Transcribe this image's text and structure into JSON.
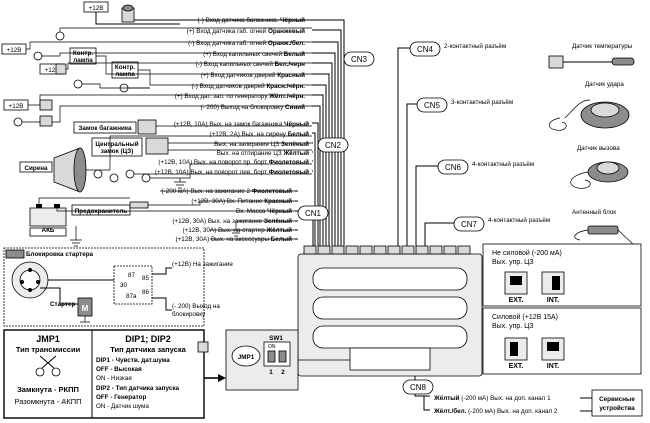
{
  "power": {
    "plus12": "+12В"
  },
  "cn3": {
    "id": "CN3",
    "wires": [
      {
        "text": "(-) Вход датчика багажника.",
        "color": "Чёрный"
      },
      {
        "text": "(+) Вход датчика габ. огней",
        "color": "Оранжевый"
      },
      {
        "text": "(-) Вход датчика габ. огней",
        "color": "Оранж./бел."
      },
      {
        "text": "(+) Вход капильных свечей",
        "color": "Белый"
      },
      {
        "text": "(-) Вход капильных свечей",
        "color": "Бел./черн"
      },
      {
        "text": "(+) Вход датчиков дверей",
        "color": "Красный"
      },
      {
        "text": "(-) Вход датчиков дверей",
        "color": "Красн./чёрн."
      },
      {
        "text": "(+) Вход дат. зап. по генератору",
        "color": "Жёлт./чёрн."
      },
      {
        "text": "(- 200) Выход на блокировку",
        "color": "Синий"
      }
    ]
  },
  "cn2": {
    "id": "CN2",
    "wires": [
      {
        "text": "(+12В, 10А) Вых. на замок багажника",
        "color": "Чёрный"
      },
      {
        "text": "(+12В, 2А) Вых. на сирену",
        "color": "Белый"
      },
      {
        "text": "Вых. на запирание ЦЗ",
        "color": "Зелёный"
      },
      {
        "text": "Вых. на отпирание ЦЗ",
        "color": "Жёлтый"
      },
      {
        "text": "(+12В, 10А) Вых. на поворот пр. борт",
        "color": "Фиолетовый"
      },
      {
        "text": "(+12В, 10А) Вых. на поворот лев. борт",
        "color": "Фиолетовый"
      }
    ]
  },
  "cn1": {
    "id": "CN1",
    "wires": [
      {
        "text": "(-200 мА) Вых. на зажигание 2",
        "color": "Фиолетовый"
      },
      {
        "text": "(+12В, 30А) Вх. Питание",
        "color": "Красный"
      },
      {
        "text": "Вх. Масса",
        "color": "Чёрный"
      },
      {
        "text": "(+12В, 30А) Вых. на зажигание",
        "color": "Зелёный"
      },
      {
        "text": "(+12В, 30А) Вых. на стартер",
        "color": "Жёлтый"
      },
      {
        "text": "(+12В, 30А) Вых. на аксессуары",
        "color": "Белый"
      }
    ]
  },
  "cn4": {
    "id": "CN4",
    "label": "2-контактный разъём",
    "device": "Датчик температуры"
  },
  "cn5": {
    "id": "CN5",
    "label": "3-контактный разъём",
    "device": "Датчик удара"
  },
  "cn6": {
    "id": "CN6",
    "label": "4-контактный разъём",
    "device": "Датчик вызова"
  },
  "cn7": {
    "id": "CN7",
    "label": "4-контактный разъём",
    "device": "Антенный блок"
  },
  "cn8": {
    "id": "CN8",
    "wires": [
      {
        "color": "Жёлтый",
        "text": "(-200 мА) Вых. на доп. канал 1"
      },
      {
        "color": "Жёлт./бел.",
        "text": "(-200 мА) Вых. на доп. канал 2"
      }
    ],
    "box": "Сервисные устройства"
  },
  "left": {
    "trunk_lock": "Замок багажника",
    "central_lock": [
      "Центральный",
      "замок (ЦЗ)"
    ],
    "siren": "Сирена",
    "fuse": "Предохранитель",
    "battery": "АКБ",
    "contact_lamp": [
      "Контр.",
      "лампа"
    ]
  },
  "starter_block": {
    "title": "Блокировка стартера",
    "pins": [
      "87",
      "30",
      "87а",
      "85",
      "86"
    ],
    "ignition": "(+12В) На зажигание",
    "output": [
      "(- 200) Выход на",
      "блокировку"
    ],
    "starter": "Стартер",
    "motor": "М"
  },
  "jmp1": {
    "title": "JMP1",
    "subtitle": "Тип трансмиссии",
    "closed": "Замкнута - РКПП",
    "open": "Разомкнута - АКПП"
  },
  "dip": {
    "title": "DIP1; DIP2",
    "subtitle": "Тип датчика запуска",
    "dip1_label": "DIP1 - Чувств. дат.шума",
    "dip1_off": "OFF - Высокая",
    "dip1_on": "ON - Низкая",
    "dip2_label": "DIP2 - Тип датчика запуска",
    "dip2_off": "OFF - Генератор",
    "dip2_on": "ON - Датчик шума"
  },
  "board": {
    "jmp": "JMP1",
    "sw": "SW1",
    "on": "ON",
    "n1": "1",
    "n2": "2"
  },
  "lock_boxes": {
    "neg": {
      "title": "Не силовой (-200 мА)",
      "sub": "Вых. упр. ЦЗ"
    },
    "pos": {
      "title": "Силовой (+12В 15А)",
      "sub": "Вых. упр. ЦЗ"
    },
    "ext": "EXT.",
    "int": "INT."
  }
}
